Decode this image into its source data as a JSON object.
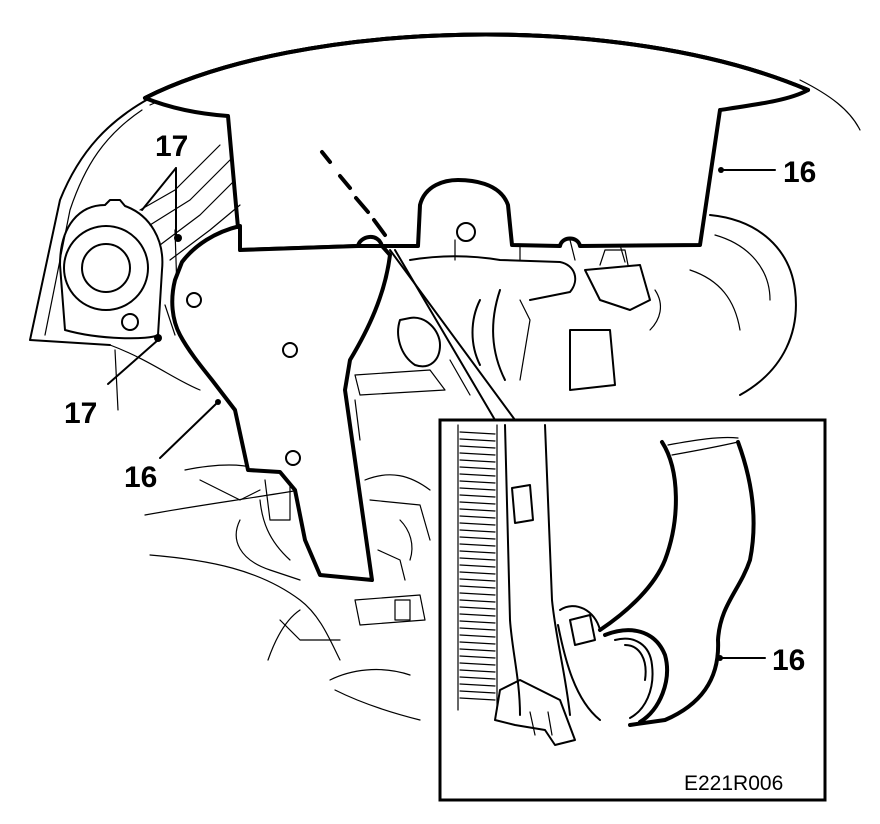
{
  "callouts": {
    "c16_top": "16",
    "c17_top": "17",
    "c17_left": "17",
    "c16_left": "16",
    "c16_inset": "16"
  },
  "figure_code": "E221R006"
}
